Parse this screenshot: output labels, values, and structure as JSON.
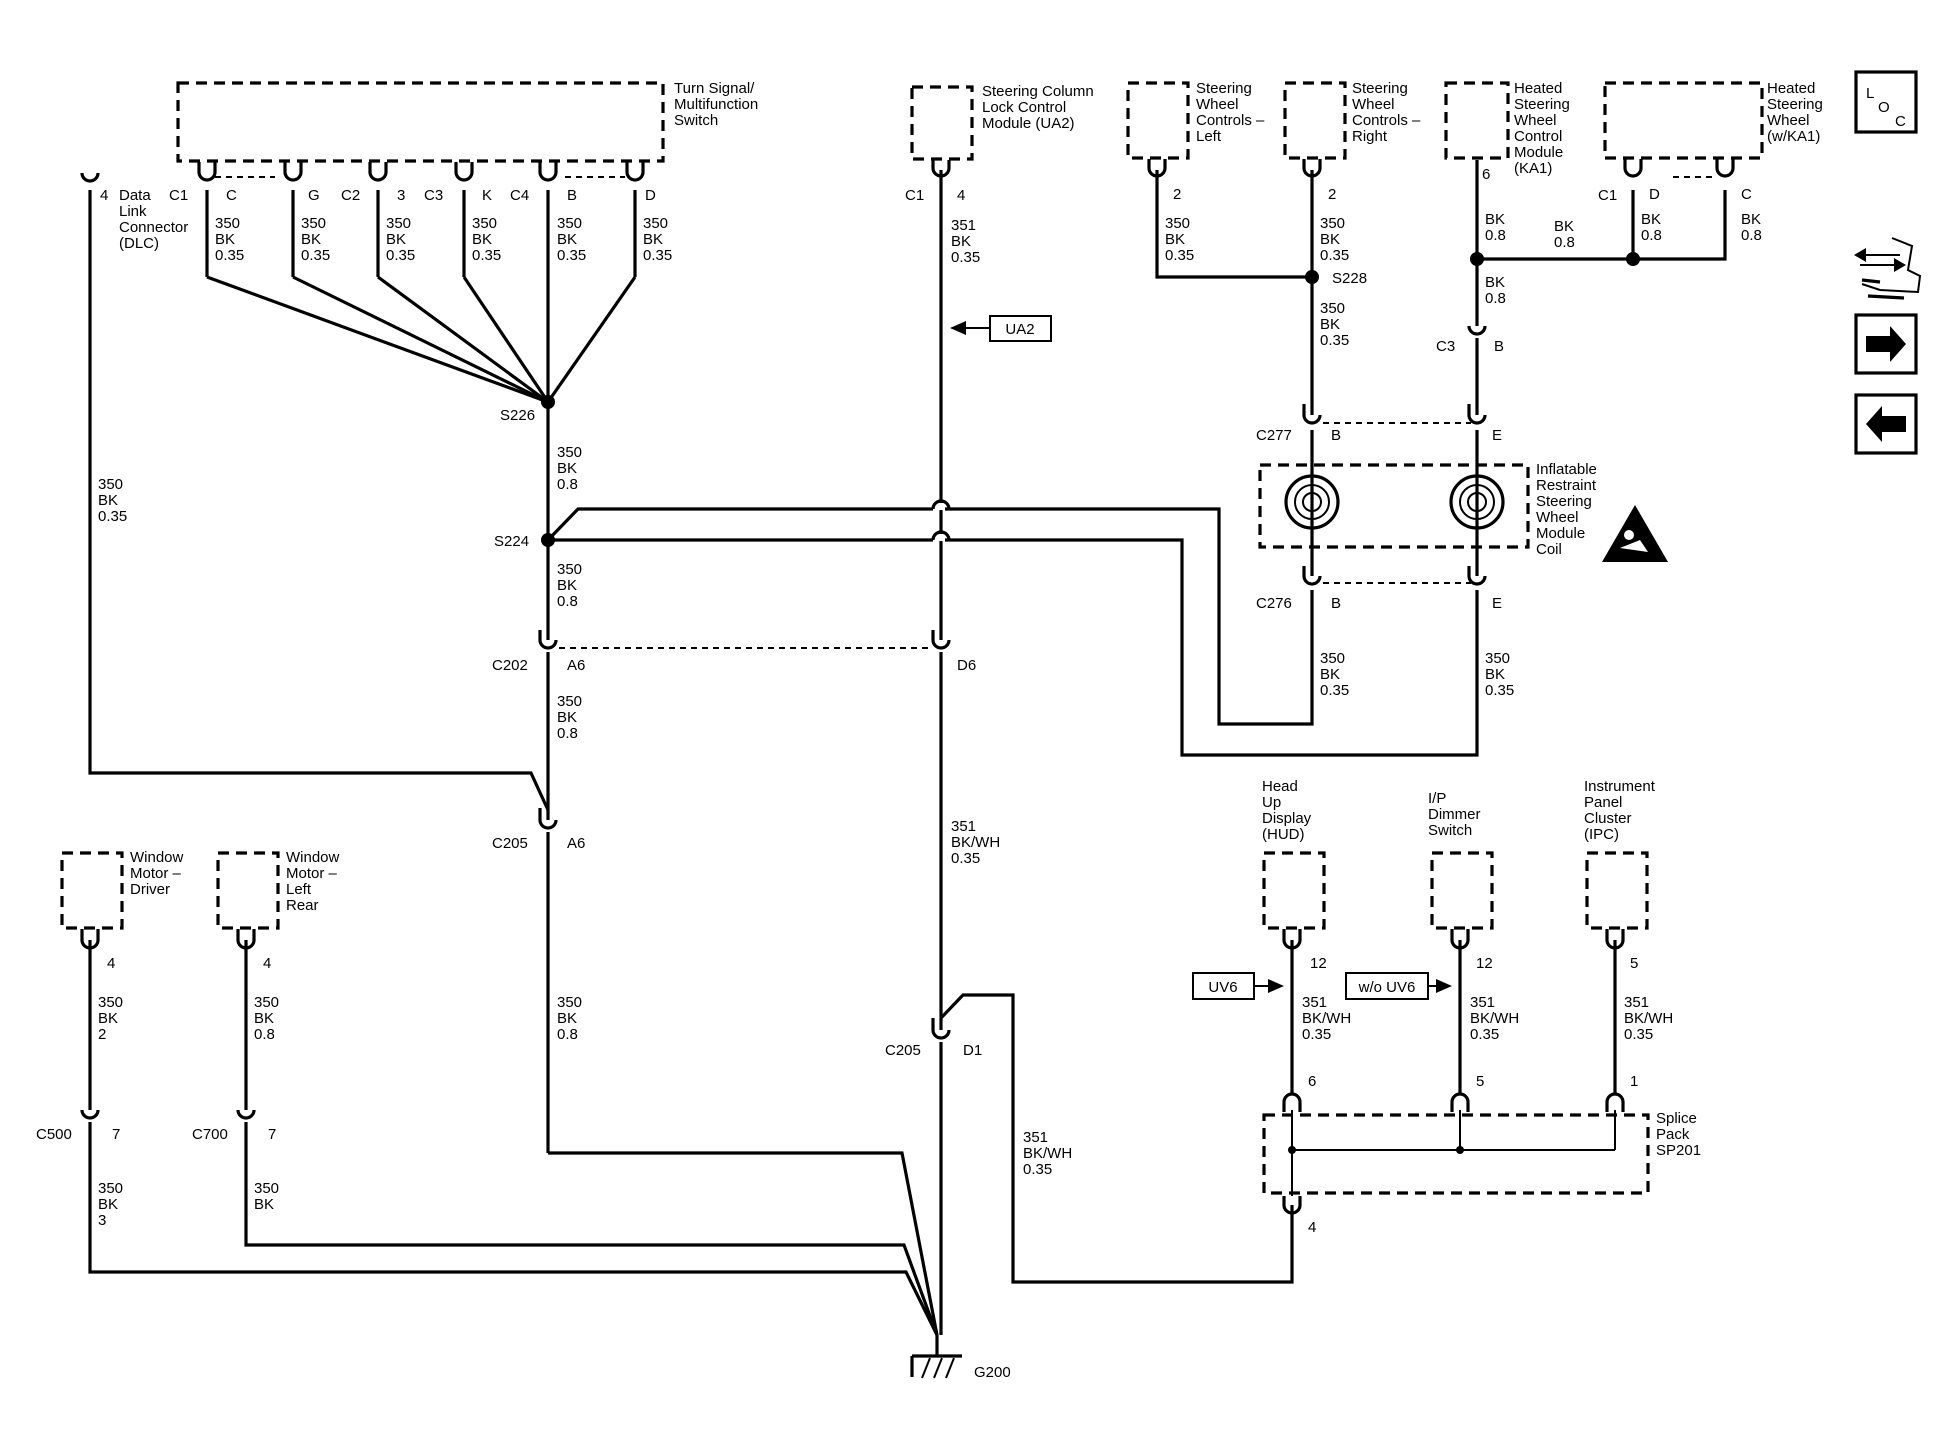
{
  "components": {
    "turn_signal_switch": [
      "Turn Signal/",
      "Multifunction",
      "Switch"
    ],
    "steering_column_lock": [
      "Steering Column",
      "Lock Control",
      "Module (UA2)"
    ],
    "sw_controls_left": [
      "Steering",
      "Wheel",
      "Controls –",
      "Left"
    ],
    "sw_controls_right": [
      "Steering",
      "Wheel",
      "Controls –",
      "Right"
    ],
    "heated_sw_control_module": [
      "Heated",
      "Steering",
      "Wheel",
      "Control",
      "Module",
      "(KA1)"
    ],
    "heated_sw": [
      "Heated",
      "Steering",
      "Wheel",
      "(w/KA1)"
    ],
    "dlc": [
      "Data",
      "Link",
      "Connector",
      "(DLC)"
    ],
    "airbag_coil": [
      "Inflatable",
      "Restraint",
      "Steering",
      "Wheel",
      "Module",
      "Coil"
    ],
    "window_motor_driver": [
      "Window",
      "Motor –",
      "Driver"
    ],
    "window_motor_left_rear": [
      "Window",
      "Motor –",
      "Left",
      "Rear"
    ],
    "hud": [
      "Head",
      "Up",
      "Display",
      "(HUD)"
    ],
    "ip_dimmer": [
      "I/P",
      "Dimmer",
      "Switch"
    ],
    "ipc": [
      "Instrument",
      "Panel",
      "Cluster",
      "(IPC)"
    ],
    "splice_pack": [
      "Splice",
      "Pack",
      "SP201"
    ]
  },
  "connectors": {
    "c1": "C1",
    "c2": "C2",
    "c3": "C3",
    "c4": "C4",
    "c277": "C277",
    "c276": "C276",
    "c202": "C202",
    "c205": "C205",
    "c500": "C500",
    "c700": "C700"
  },
  "pins": {
    "c": "C",
    "g": "G",
    "p3": "3",
    "k": "K",
    "b": "B",
    "d": "D",
    "p4": "4",
    "p2": "2",
    "p6": "6",
    "e": "E",
    "a6": "A6",
    "d6": "D6",
    "d1": "D1",
    "p7": "7",
    "p12": "12",
    "p5": "5",
    "p1": "1"
  },
  "splices": {
    "s226": "S226",
    "s224": "S224",
    "s228": "S228"
  },
  "ground": "G200",
  "wires": {
    "bk035": [
      "350",
      "BK",
      "0.35"
    ],
    "bk08": [
      "350",
      "BK",
      "0.8"
    ],
    "bk2": [
      "350",
      "BK",
      "2"
    ],
    "bk3": [
      "350",
      "BK",
      "3"
    ],
    "bk": [
      "350",
      "BK"
    ],
    "bk351": [
      "351",
      "BK",
      "0.35"
    ],
    "bkwh": [
      "351",
      "BK/WH",
      "0.35"
    ],
    "bk_short08": [
      "BK",
      "0.8"
    ]
  },
  "options": {
    "ua2": "UA2",
    "uv6": "UV6",
    "wo_uv6": "w/o UV6"
  },
  "loc": {
    "l": "L",
    "o": "O",
    "c": "C"
  },
  "icons": {
    "nav": [
      "schematic-nav-icon",
      "arrow-right-icon",
      "arrow-left-icon"
    ],
    "warning": "airbag-warning-icon"
  }
}
